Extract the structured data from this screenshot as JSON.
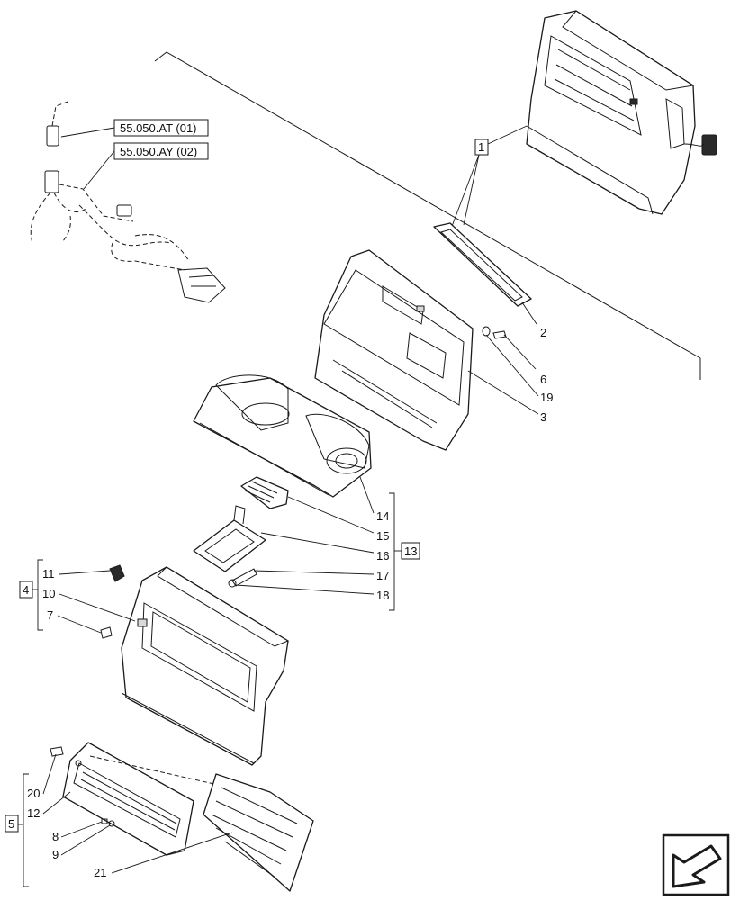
{
  "references": [
    {
      "id": "ref-1",
      "text": "55.050.AT (01)"
    },
    {
      "id": "ref-2",
      "text": "55.050.AY (02)"
    }
  ],
  "group_labels": {
    "g1": "1",
    "g4": "4",
    "g5": "5",
    "g13": "13"
  },
  "callouts": {
    "c2": "2",
    "c3": "3",
    "c6": "6",
    "c19": "19",
    "c14": "14",
    "c15": "15",
    "c16": "16",
    "c17": "17",
    "c18": "18",
    "c11": "11",
    "c10": "10",
    "c7": "7",
    "c20": "20",
    "c12": "12",
    "c8": "8",
    "c9": "9",
    "c21": "21"
  },
  "icons": {
    "nav": "next-page-arrow-icon"
  }
}
